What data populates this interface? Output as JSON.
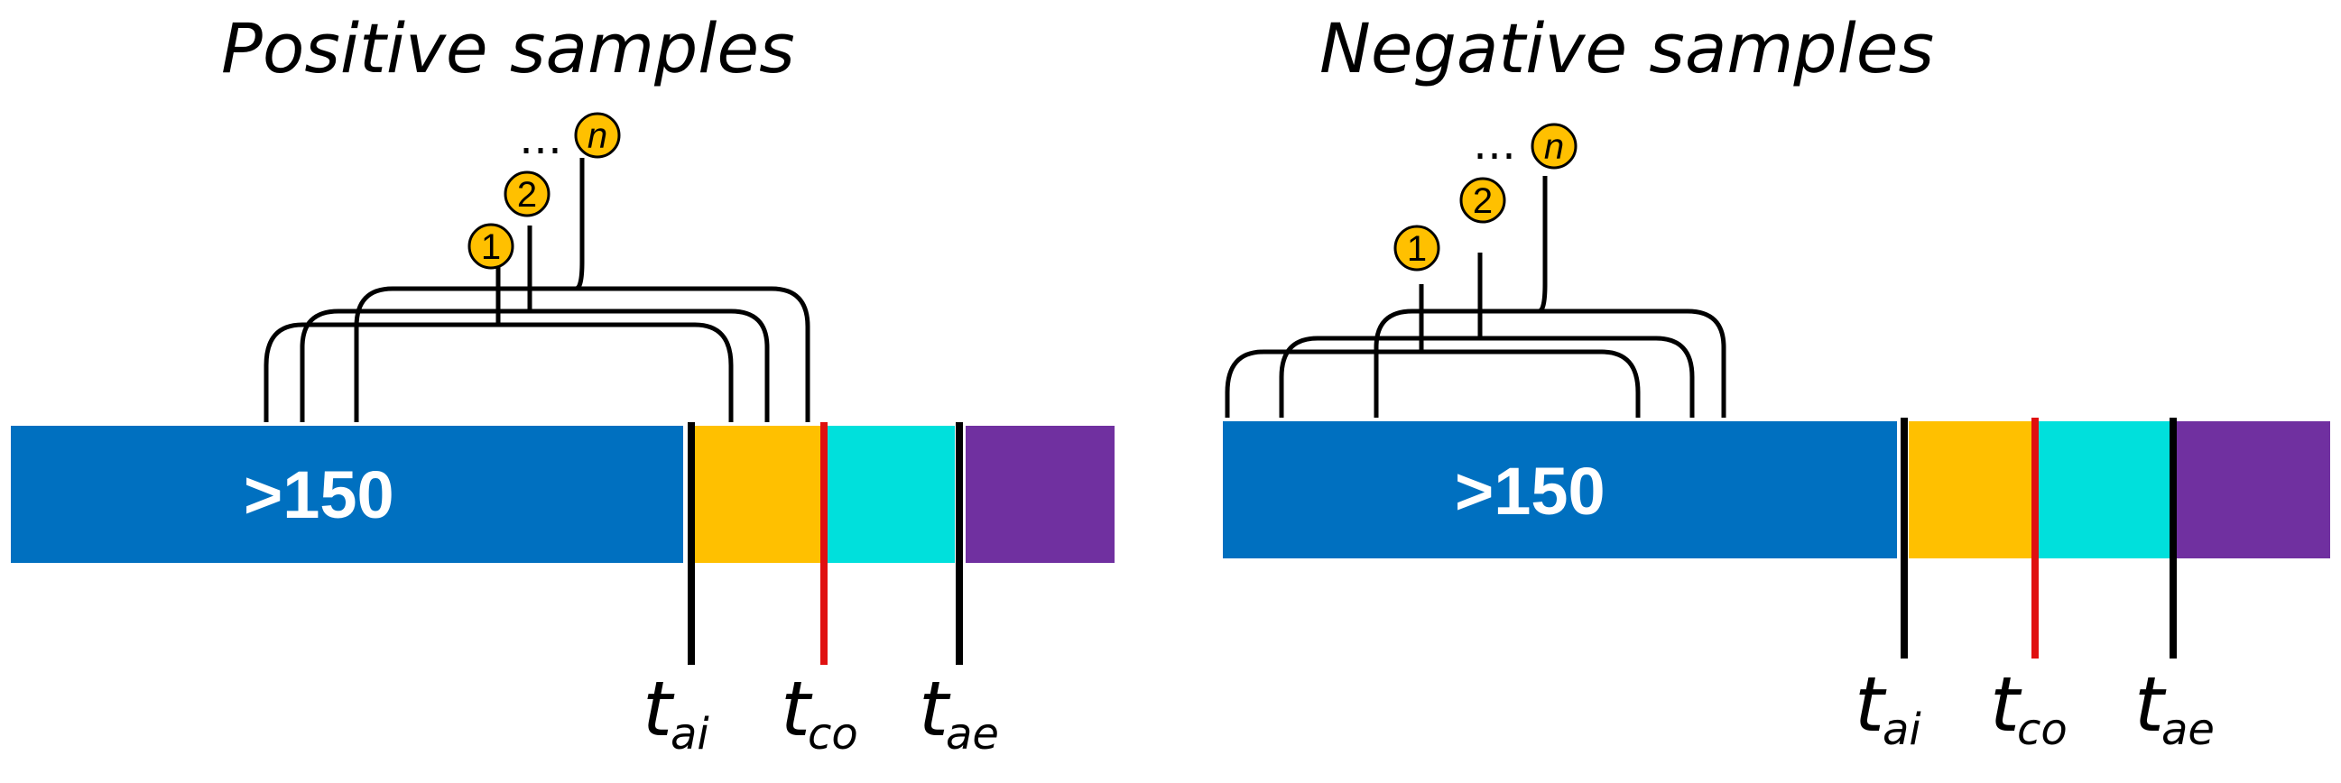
{
  "colors": {
    "segment_before": "#0070C0",
    "segment_ai_co": "#FFC000",
    "segment_co_ae": "#00E0DC",
    "segment_after": "#7030A0",
    "marker_black": "#000000",
    "marker_red": "#E01010",
    "circle_fill": "#FFC000"
  },
  "panels": [
    {
      "title": "Positive samples",
      "bar_label": ">150",
      "samples": [
        "1",
        "2",
        "n"
      ],
      "ellipsis": "…",
      "markers": [
        {
          "main": "t",
          "sub": "ai"
        },
        {
          "main": "t",
          "sub": "co"
        },
        {
          "main": "t",
          "sub": "ae"
        }
      ]
    },
    {
      "title": "Negative samples",
      "bar_label": ">150",
      "samples": [
        "1",
        "2",
        "n"
      ],
      "ellipsis": "…",
      "markers": [
        {
          "main": "t",
          "sub": "ai"
        },
        {
          "main": "t",
          "sub": "co"
        },
        {
          "main": "t",
          "sub": "ae"
        }
      ]
    }
  ]
}
